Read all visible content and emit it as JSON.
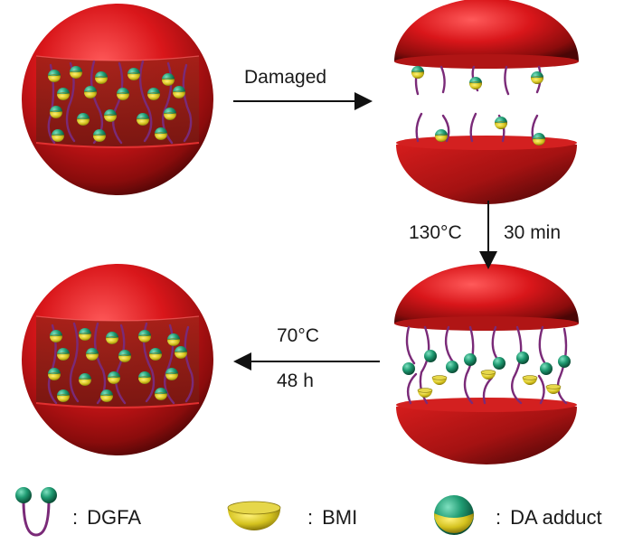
{
  "steps": {
    "damage_label": "Damaged",
    "heal_temperature": "130",
    "heal_temperature_unit": "°C",
    "heal_time": "30 min",
    "reform_temperature": "70",
    "reform_temperature_unit": "°C",
    "reform_time": "48 h"
  },
  "legend": {
    "separator": ":",
    "items": [
      {
        "icon": "dgfa-icon",
        "label": "DGFA"
      },
      {
        "icon": "bmi-icon",
        "label": "BMI"
      },
      {
        "icon": "da-adduct-icon",
        "label": "DA adduct"
      }
    ]
  },
  "colors": {
    "sphere_red": "#d41a1a",
    "band_red": "#8e1a14",
    "chain_purple": "#7a2a78",
    "dgfa_green": "#1f8f6a",
    "bmi_yellow": "#c9b71c"
  }
}
